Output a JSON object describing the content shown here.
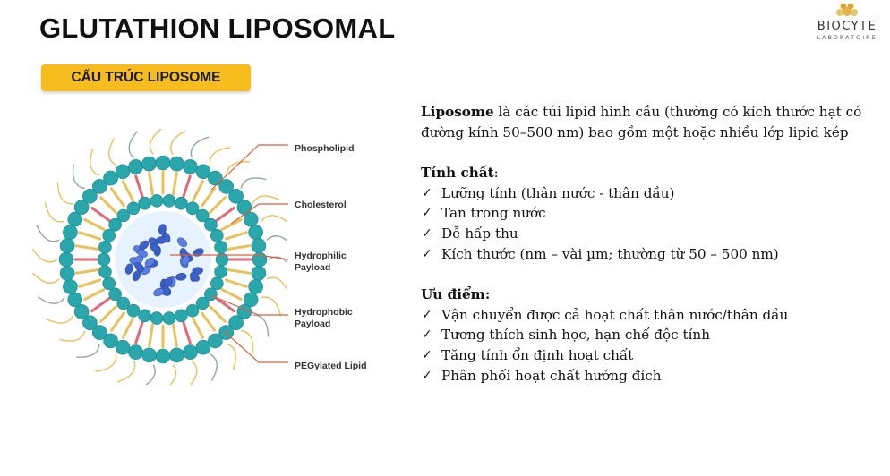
{
  "header": {
    "title": "GLUTATHION LIPOSOMAL",
    "brand_name": "BIOCYTE",
    "brand_sub": "LABORATOIRE"
  },
  "badge": {
    "label": "CẤU TRÚC LIPOSOME"
  },
  "diagram": {
    "labels": [
      "Phospholipid",
      "Cholesterol",
      "Hydrophilic\nPayload",
      "Hydrophobic\nPayload",
      "PEGylated Lipid"
    ],
    "colors": {
      "shell": "#2aa7ab",
      "core": "#3d60c6",
      "leader": "#d9623f",
      "tails": "#e9c15b"
    }
  },
  "content": {
    "intro_term": "Liposome",
    "intro_text": " là các túi lipid hình cầu (thường có kích thước hạt có đường kính 50–500 nm) bao gồm một hoặc nhiều lớp lipid kép",
    "properties_title": "Tính chất",
    "properties_colon": ":",
    "properties": [
      "Lưỡng tính (thân nước -  thân dầu)",
      "Tan trong nước",
      "Dễ hấp thu",
      "Kích thước (nm – vài µm; thường từ 50 – 500 nm)"
    ],
    "advantages_title": "Ưu điểm:",
    "advantages": [
      "Vận chuyển được cả hoạt chất thân nước/thân dầu",
      "Tương thích sinh học, hạn chế độc tính",
      "Tăng tính ổn định hoạt chất",
      "Phân phối hoạt chất hướng đích"
    ],
    "check_glyph": "✓"
  }
}
